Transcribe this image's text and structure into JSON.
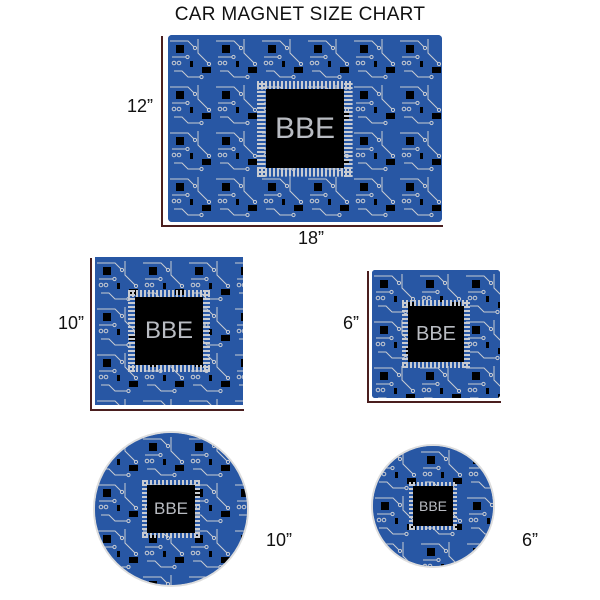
{
  "title": "CAR MAGNET SIZE CHART",
  "chip_text": "BBE",
  "colors": {
    "board_blue": "#2857a4",
    "chip": "#000000",
    "trace": "#c9ccd2"
  },
  "products": [
    {
      "shape": "rectangle",
      "height_label": "12”",
      "width_label": "18”"
    },
    {
      "shape": "square",
      "size_label": "10”"
    },
    {
      "shape": "square",
      "size_label": "6”"
    },
    {
      "shape": "circle",
      "size_label": "10”"
    },
    {
      "shape": "circle",
      "size_label": "6”"
    }
  ]
}
